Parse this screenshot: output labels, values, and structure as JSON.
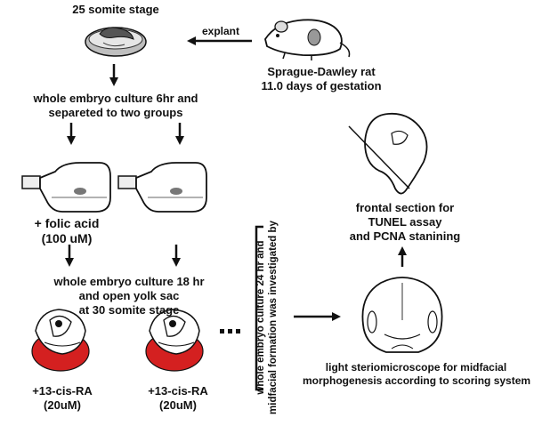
{
  "labels": {
    "somite_25": "25 somite stage",
    "explant": "explant",
    "rat_name": "Sprague-Dawley rat",
    "rat_days": "11.0 days of gestation",
    "culture_6hr_line1": "whole embryo culture 6hr and",
    "culture_6hr_line2": "separeted to two groups",
    "folic_acid": "+ folic acid",
    "folic_dose": "(100 uM)",
    "culture_18hr_line1": "whole embryo culture 18 hr",
    "culture_18hr_line2": "and open yolk sac",
    "culture_18hr_line3": "at 30 somite stage",
    "ra_left": "+13-cis-RA",
    "ra_left_dose": "(20uM)",
    "ra_right": "+13-cis-RA",
    "ra_right_dose": "(20uM)",
    "vertical_line1": "whole embryo culture 24 hr and",
    "vertical_line2": "midfacial formation was investigated by",
    "frontal_line1": "frontal section for",
    "frontal_line2": "TUNEL assay",
    "frontal_line3": "and PCNA stanining",
    "light_line1": "light steriomicroscope for midfacial",
    "light_line2": "morphogenesis according to scoring system"
  },
  "colors": {
    "ink": "#111111",
    "ra_red": "#d42020",
    "background": "#ffffff"
  },
  "icons": [
    "embryo-dish-icon",
    "rat-icon",
    "culture-bottle-icon",
    "embryo-ra-icon",
    "embryo-head-icon",
    "embryo-face-icon"
  ]
}
